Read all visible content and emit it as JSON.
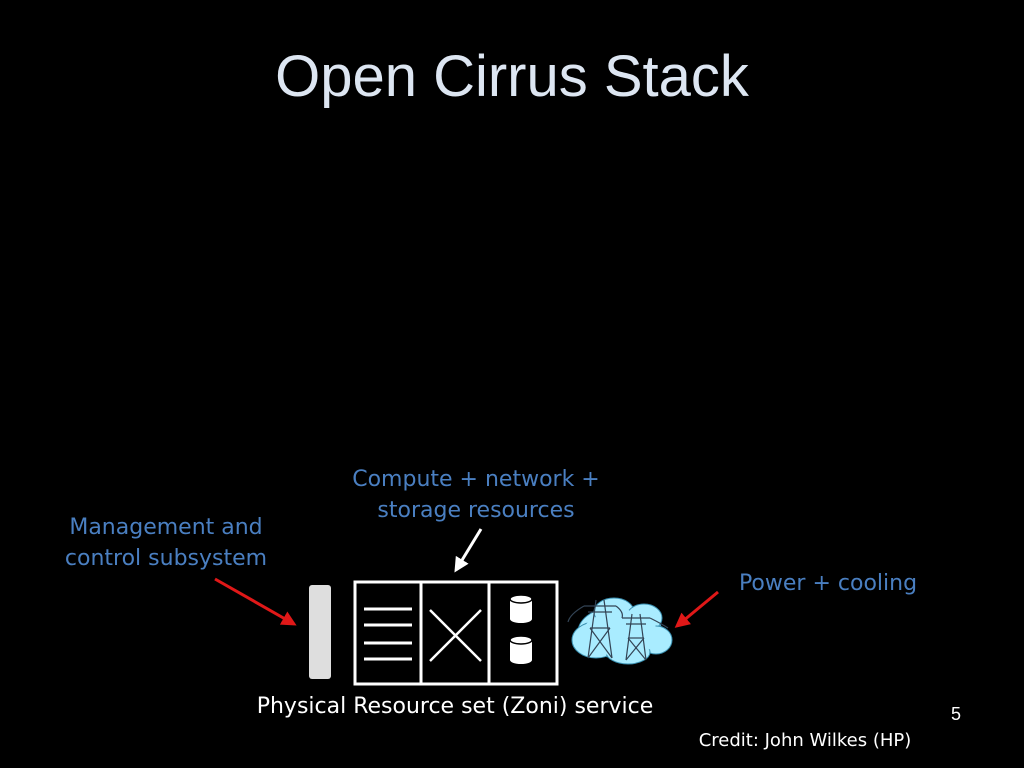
{
  "slide": {
    "title": "Open Cirrus Stack",
    "page_number": "5",
    "credit": "Credit: John Wilkes (HP)"
  },
  "diagram": {
    "compute_label": [
      "Compute + network +",
      "storage resources"
    ],
    "management_label": [
      "Management and",
      "control subsystem"
    ],
    "power_label": "Power + cooling",
    "zoni_label": "Physical Resource set (Zoni) service",
    "icons": [
      "management-bar-icon",
      "compute-lines-icon",
      "network-cross-icon",
      "storage-cylinder-icon",
      "power-tower-cloud-icon"
    ],
    "colors": {
      "label_blue": "#4a7fc1",
      "arrow_red": "#e01818",
      "arrow_white": "#ffffff",
      "cloud_fill": "#a9ecff",
      "bar_fill": "#dedede"
    }
  }
}
